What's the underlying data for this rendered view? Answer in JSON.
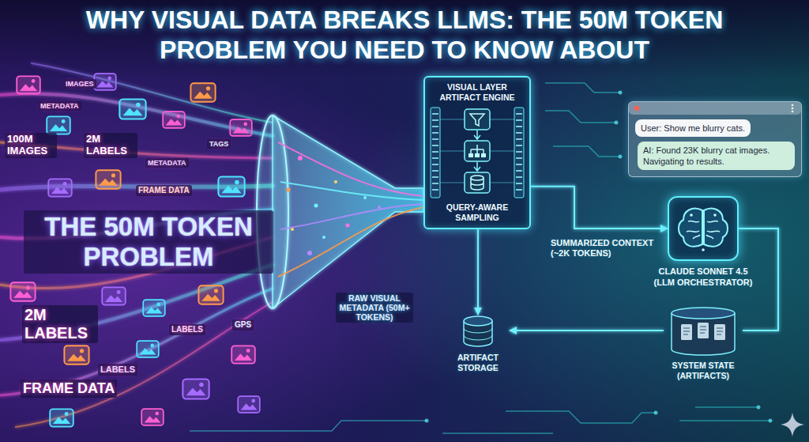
{
  "diagram": {
    "title": "WHY VISUAL DATA BREAKS LLMS: THE 50M TOKEN PROBLEM YOU NEED TO KNOW ABOUT",
    "nodes": [
      {
        "text": [
          "VISUAL LAYER ARTIFACT ENGINE",
          "QUERY-AWARE SAMPLING"
        ]
      },
      {
        "text": [
          "ARTIFACT STORAGE"
        ]
      },
      {
        "text": [
          "User: Show me blurry cats.",
          "AI: Found 23K blurry cat images. Navigating to results."
        ]
      },
      {
        "text": [
          "CLAUDE SONNET 4.5 (LLM ORCHESTRATOR)"
        ]
      },
      {
        "text": [
          "SYSTEM STATE (ARTIFACTS)"
        ]
      }
    ],
    "edges": [
      {
        "from": 0,
        "to": 3,
        "arrow": "to",
        "label": "SUMMARIZED CONTEXT (~2K TOKENS)"
      },
      {
        "from": 0,
        "to": 1,
        "arrow": "to"
      },
      {
        "from": 3,
        "to": 4,
        "arrow": "none"
      },
      {
        "from": 4,
        "to": 1,
        "arrow": "to"
      }
    ],
    "labels": [
      "IMAGES",
      "METADATA",
      "100M IMAGES",
      "2M LABELS",
      "METADATA",
      "TAGS",
      "FRAME DATA",
      "THE 50M TOKEN PROBLEM",
      "2M LABELS",
      "LABELS",
      "GPS",
      "LABELS",
      "FRAME DATA",
      "RAW VISUAL METADATA (50M+ TOKENS)"
    ]
  }
}
